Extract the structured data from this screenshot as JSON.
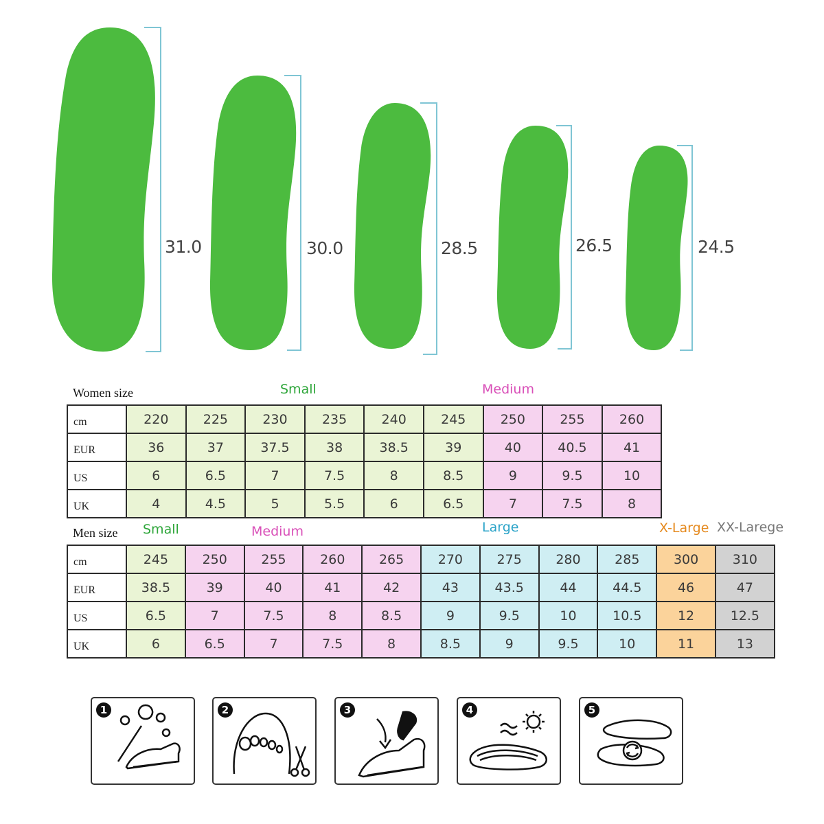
{
  "insoles": [
    {
      "length": "31.0",
      "color": "#4cbb3f"
    },
    {
      "length": "30.0",
      "color": "#4cbb3f"
    },
    {
      "length": "28.5",
      "color": "#4cbb3f"
    },
    {
      "length": "26.5",
      "color": "#4cbb3f"
    },
    {
      "length": "24.5",
      "color": "#4cbb3f"
    }
  ],
  "colors": {
    "small": "#2ea63a",
    "medium": "#d94fb8",
    "large": "#2aa3c8",
    "xlarge": "#e58a1f",
    "xxlarge": "#777777"
  },
  "women": {
    "title": "Women size",
    "categories": {
      "small": "Small",
      "medium": "Medium"
    },
    "rows": [
      {
        "label": "cm",
        "values": [
          "220",
          "225",
          "230",
          "235",
          "240",
          "245",
          "250",
          "255",
          "260"
        ]
      },
      {
        "label": "EUR",
        "values": [
          "36",
          "37",
          "37.5",
          "38",
          "38.5",
          "39",
          "40",
          "40.5",
          "41"
        ]
      },
      {
        "label": "US",
        "values": [
          "6",
          "6.5",
          "7",
          "7.5",
          "8",
          "8.5",
          "9",
          "9.5",
          "10"
        ]
      },
      {
        "label": "UK",
        "values": [
          "4",
          "4.5",
          "5",
          "5.5",
          "6",
          "6.5",
          "7",
          "7.5",
          "8"
        ]
      }
    ]
  },
  "men": {
    "title": "Men size",
    "categories": {
      "small": "Small",
      "medium": "Medium",
      "large": "Large",
      "xlarge": "X-Large",
      "xxlarge": "XX-Larege"
    },
    "rows": [
      {
        "label": "cm",
        "values": [
          "245",
          "250",
          "255",
          "260",
          "265",
          "270",
          "275",
          "280",
          "285",
          "300",
          "310"
        ]
      },
      {
        "label": "EUR",
        "values": [
          "38.5",
          "39",
          "40",
          "41",
          "42",
          "43",
          "43.5",
          "44",
          "44.5",
          "46",
          "47"
        ]
      },
      {
        "label": "US",
        "values": [
          "6.5",
          "7",
          "7.5",
          "8",
          "8.5",
          "9",
          "9.5",
          "10",
          "10.5",
          "12",
          "12.5"
        ]
      },
      {
        "label": "UK",
        "values": [
          "6",
          "6.5",
          "7",
          "7.5",
          "8",
          "8.5",
          "9",
          "9.5",
          "10",
          "11",
          "13"
        ]
      }
    ]
  },
  "steps": [
    {
      "number": "1",
      "icon": "clean-shoe-icon"
    },
    {
      "number": "2",
      "icon": "trim-insole-icon"
    },
    {
      "number": "3",
      "icon": "insert-insole-icon"
    },
    {
      "number": "4",
      "icon": "air-dry-icon"
    },
    {
      "number": "5",
      "icon": "replace-insole-icon"
    }
  ]
}
